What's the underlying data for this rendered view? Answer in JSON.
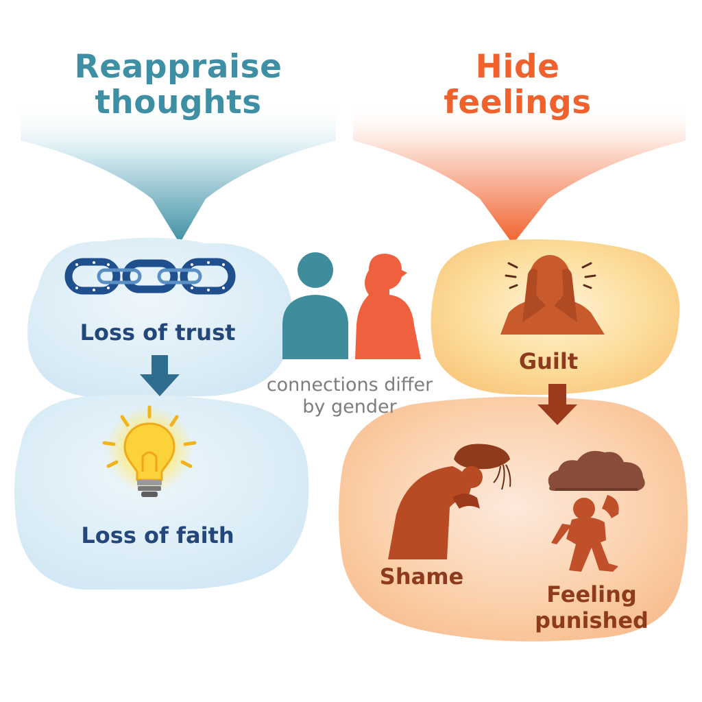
{
  "left": {
    "title": [
      "Reappraise",
      "thoughts"
    ],
    "nodes": [
      {
        "label": "Loss of trust",
        "icon": "chain-icon"
      },
      {
        "label": "Loss of faith",
        "icon": "lightbulb-icon"
      }
    ]
  },
  "right": {
    "title": [
      "Hide",
      "feelings"
    ],
    "nodes": [
      {
        "label": "Guilt",
        "icon": "head-in-hands-icon"
      },
      {
        "label": "Shame",
        "icon": "bowed-figure-icon"
      },
      {
        "label": [
          "Feeling",
          "punished"
        ],
        "icon": "figure-under-cloud-icon"
      }
    ]
  },
  "center": {
    "note": [
      "connections differ",
      "by gender"
    ],
    "icon": "man-woman-icon"
  },
  "colors": {
    "teal": "#3e8fa3",
    "blue_text": "#23477a",
    "orange": "#f0622d",
    "rust": "#b0421c",
    "gray": "#7d7d7d",
    "left_cloud": "#d7ebf6",
    "right_cloud_top": "#fbd58c",
    "right_cloud_bottom": "#f9c190"
  }
}
